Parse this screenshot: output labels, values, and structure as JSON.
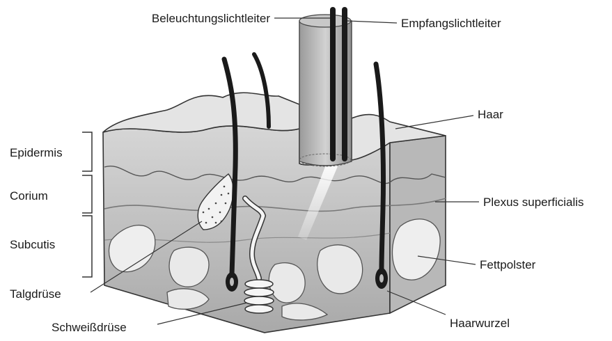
{
  "diagram": {
    "labels": {
      "illumination_fiber": "Beleuchtungslichtleiter",
      "receiving_fiber": "Empfangslichtleiter",
      "hair": "Haar",
      "plexus": "Plexus superficialis",
      "fat_pad": "Fettpolster",
      "hair_root": "Haarwurzel",
      "sweat_gland": "Schweißdrüse",
      "sebaceous_gland": "Talgdrüse"
    },
    "layers": {
      "epidermis": "Epidermis",
      "corium": "Corium",
      "subcutis": "Subcutis"
    }
  }
}
